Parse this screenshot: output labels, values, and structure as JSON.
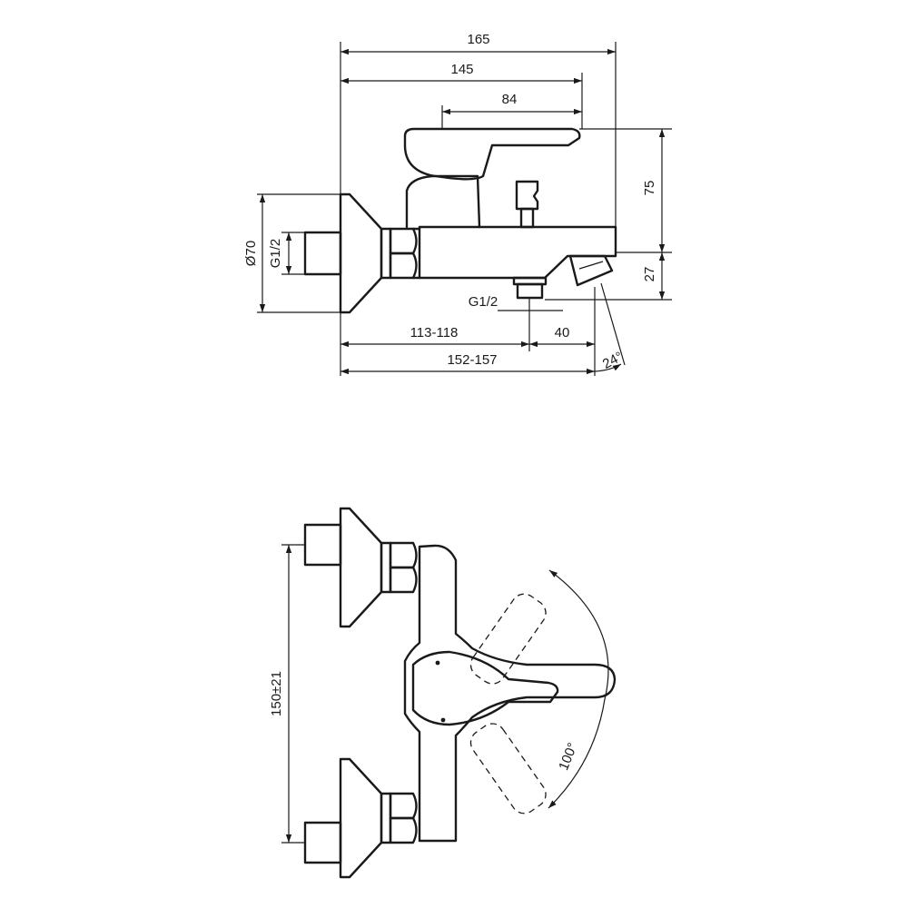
{
  "side_view": {
    "dimensions": {
      "width_165": "165",
      "width_145": "145",
      "width_84": "84",
      "height_75": "75",
      "height_27": "27",
      "diameter_70": "Ø70",
      "thread_inlet": "G1/2",
      "thread_outlet": "G1/2",
      "range_113_118": "113-118",
      "offset_40": "40",
      "range_152_157": "152-157",
      "angle_24": "24°"
    }
  },
  "top_view": {
    "dimensions": {
      "centers_150": "150±21",
      "rotation_100": "100°"
    }
  }
}
